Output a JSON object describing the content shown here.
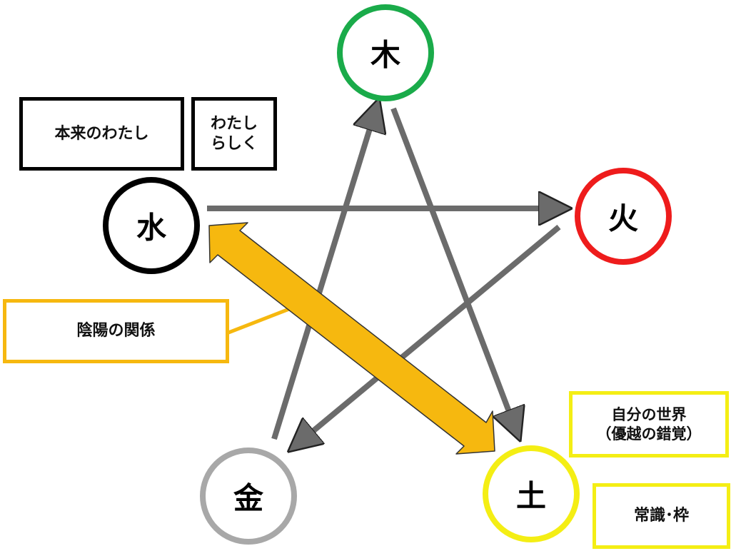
{
  "nodes": {
    "wood": {
      "label": "木",
      "color": "#1aab4a"
    },
    "fire": {
      "label": "火",
      "color": "#ee1c1c"
    },
    "earth": {
      "label": "土",
      "color": "#f4ee14"
    },
    "metal": {
      "label": "金",
      "color": "#a8a8a8"
    },
    "water": {
      "label": "水",
      "color": "#000000"
    }
  },
  "colors": {
    "arrow": "#6b6b6b",
    "yin_yang_arrow": "#f6b80f"
  },
  "labels": {
    "true_self": "本来のわたし",
    "like_me_line1": "わたし",
    "like_me_line2": "らしく",
    "yin_yang": "陰陽の関係",
    "own_world_line1": "自分の世界",
    "own_world_line2": "（優越の錯覚）",
    "common_sense": "常識･枠"
  }
}
